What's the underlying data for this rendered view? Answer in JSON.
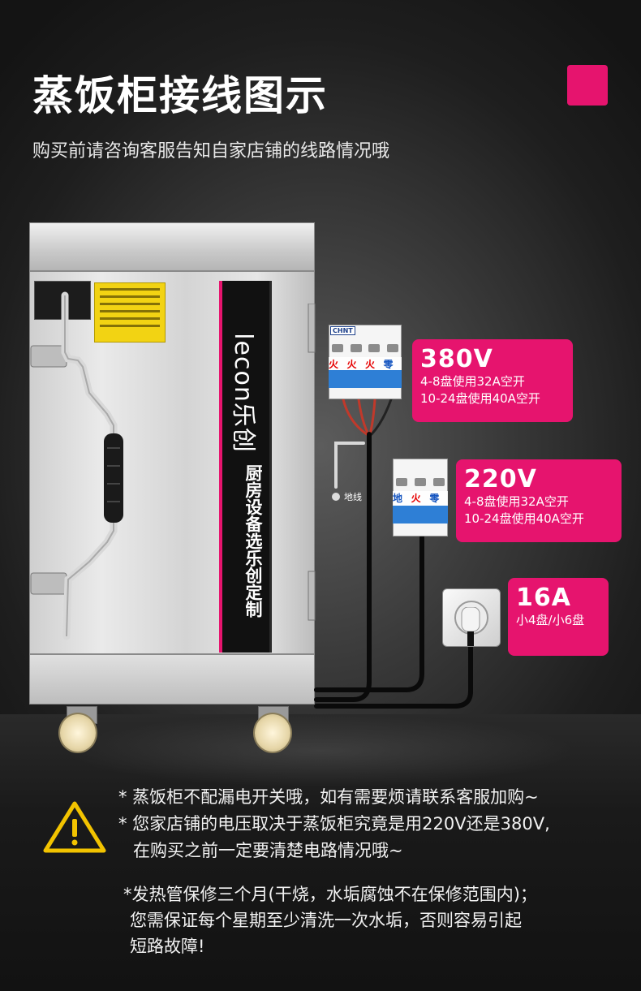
{
  "header": {
    "title": "蒸饭柜接线图示",
    "subtitle": "购买前请咨询客服告知自家店铺的线路情况哦",
    "accent_color": "#e6146e"
  },
  "cabinet": {
    "brand": "lecon乐创",
    "slogan": "厨房设备选乐创定制"
  },
  "breakers": {
    "three_phase_labels": [
      "火线",
      "火线",
      "火线",
      "零线"
    ],
    "single_phase_labels": [
      "地线",
      "火线",
      "零线"
    ],
    "ground_label": "地线",
    "brand_mark": "CHNT"
  },
  "cards": [
    {
      "voltage": "380V",
      "line1": "4-8盘使用32A空开",
      "line2": "10-24盘使用40A空开"
    },
    {
      "voltage": "220V",
      "line1": "4-8盘使用32A空开",
      "line2": "10-24盘使用40A空开"
    },
    {
      "voltage": "16A",
      "line1": "小4盘/小6盘"
    }
  ],
  "notes": {
    "n1": "* 蒸饭柜不配漏电开关哦，如有需要烦请联系客服加购~",
    "n2a": "* 您家店铺的电压取决于蒸饭柜究竟是用220V还是380V,",
    "n2b": "在购买之前一定要清楚电路情况哦~",
    "n3a": "*发热管保修三个月(干烧，水垢腐蚀不在保修范围内)；",
    "n3b": "您需保证每个星期至少清洗一次水垢，否则容易引起",
    "n3c": "短路故障!"
  }
}
